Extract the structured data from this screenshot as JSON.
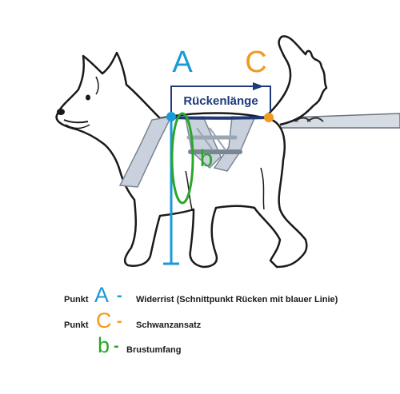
{
  "diagram": {
    "label_a": "A",
    "label_c": "C",
    "label_b": "b",
    "back_length_label": "Rückenlänge"
  },
  "colors": {
    "blue": "#1a9ad6",
    "orange": "#f09a1e",
    "green": "#2aa62a",
    "navy": "#1f3a7a",
    "outline": "#1a1a1a",
    "harness": "#c9d2dc"
  },
  "legend": [
    {
      "prefix": "Punkt",
      "letter": "A",
      "dash": "-",
      "text": "Widerrist (Schnittpunkt Rücken mit blauer Linie)",
      "color_key": "blue"
    },
    {
      "prefix": "Punkt",
      "letter": "C",
      "dash": "-",
      "text": "Schwanzansatz",
      "color_key": "orange"
    },
    {
      "prefix": "",
      "letter": "b",
      "dash": "-",
      "text": "Brustumfang",
      "color_key": "green"
    }
  ]
}
